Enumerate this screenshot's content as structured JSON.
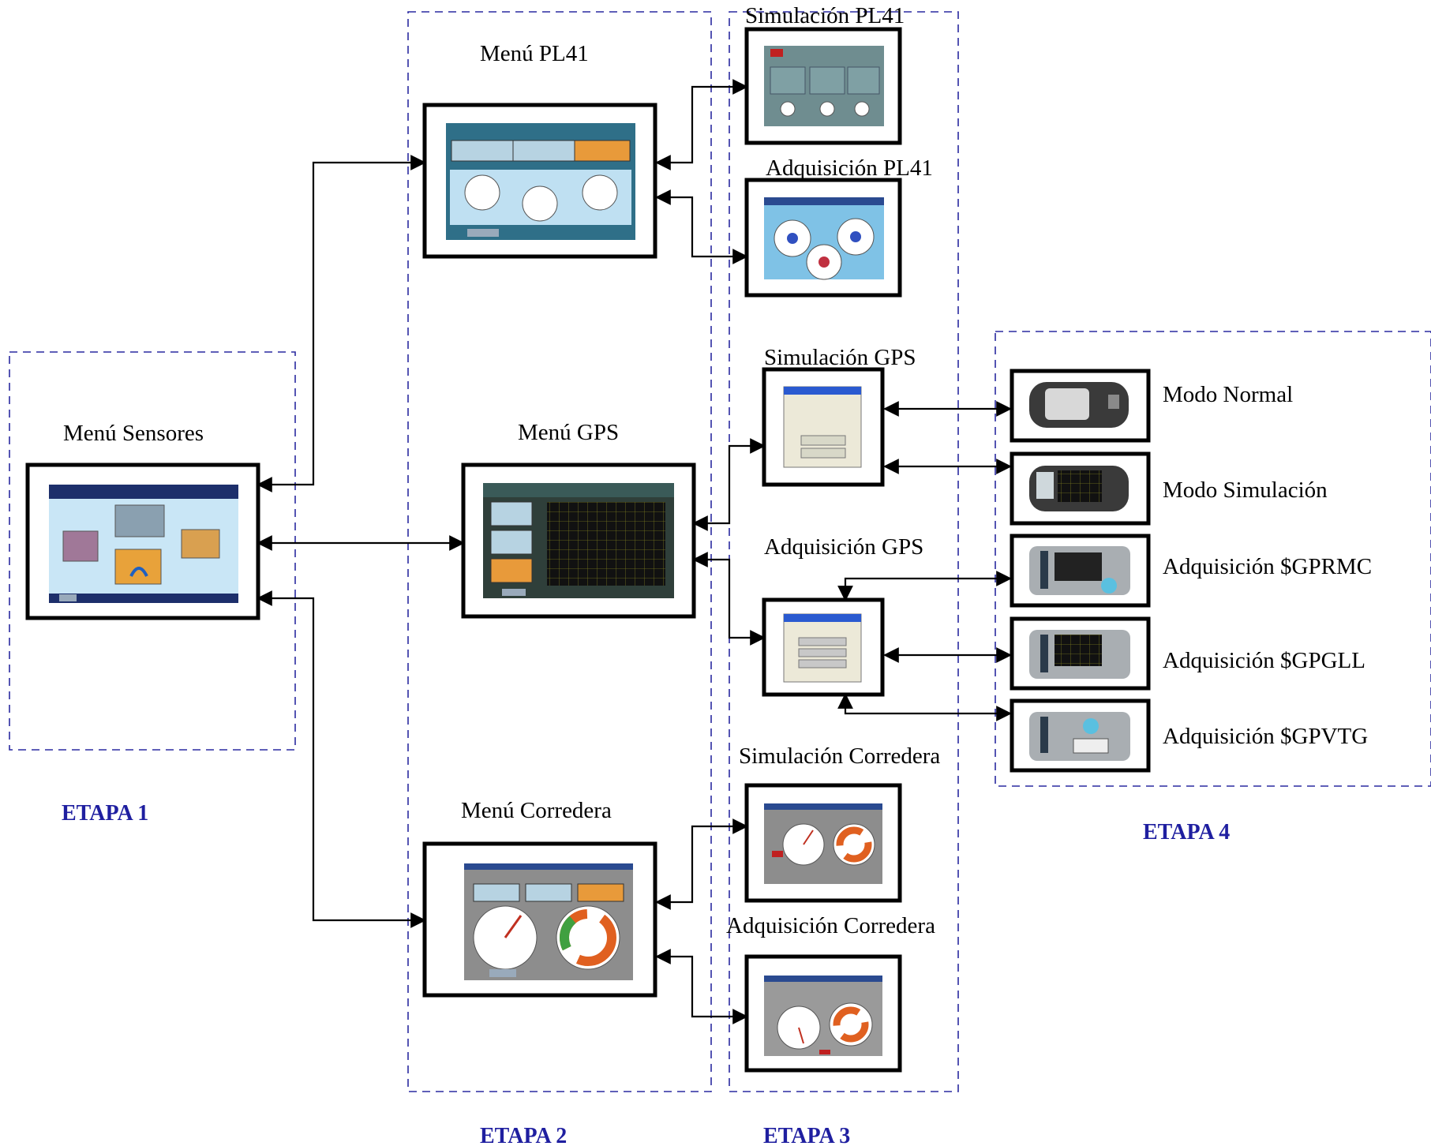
{
  "stages": {
    "etapa1": "ETAPA 1",
    "etapa2": "ETAPA 2",
    "etapa3": "ETAPA 3",
    "etapa4": "ETAPA 4"
  },
  "labels": {
    "menu_sensores": "Menú Sensores",
    "menu_pl41": "Menú PL41",
    "menu_gps": "Menú GPS",
    "menu_corredera": "Menú Corredera",
    "sim_pl41": "Simulación PL41",
    "adq_pl41": "Adquisición PL41",
    "sim_gps": "Simulación GPS",
    "adq_gps": "Adquisición GPS",
    "sim_corredera": "Simulación Corredera",
    "adq_corredera": "Adquisición Corredera",
    "modo_normal": "Modo Normal",
    "modo_simulacion": "Modo Simulación",
    "adq_gprmc": "Adquisición $GPRMC",
    "adq_gpgll": "Adquisición $GPGLL",
    "adq_gpvtg": "Adquisición $GPVTG"
  },
  "colors": {
    "stage_text": "#1f1fa0",
    "dashed_border": "#2a2aa0",
    "screen_navy": "#1d2f6b",
    "screen_teal": "#2f6f88",
    "screen_light": "#bfe0f2",
    "screen_gray": "#9a9a9a"
  },
  "icons": {
    "arrow": "double-headed-arrow",
    "gauge": "dial-gauge-icon",
    "gps_device": "gps-device-icon"
  }
}
